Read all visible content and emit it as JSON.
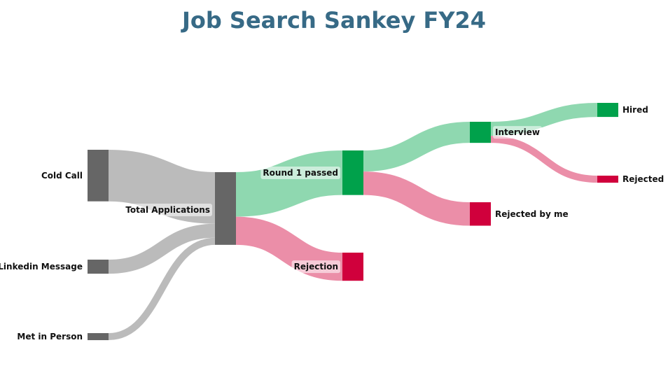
{
  "chart_data": {
    "type": "sankey",
    "title": "Job Search Sankey FY24",
    "nodes": [
      {
        "id": "cold",
        "label": "Cold Call",
        "color": "#666666"
      },
      {
        "id": "linkedin",
        "label": "Linkedin Message",
        "color": "#666666"
      },
      {
        "id": "person",
        "label": "Met in Person",
        "color": "#666666"
      },
      {
        "id": "total",
        "label": "Total Applications",
        "color": "#666666"
      },
      {
        "id": "round1",
        "label": "Round 1 passed",
        "color": "#00a14b"
      },
      {
        "id": "rejection",
        "label": "Rejection",
        "color": "#d0003c"
      },
      {
        "id": "interview",
        "label": "Interview",
        "color": "#00a14b"
      },
      {
        "id": "rejme",
        "label": "Rejected by me",
        "color": "#d0003c"
      },
      {
        "id": "hired",
        "label": "Hired",
        "color": "#00a14b"
      },
      {
        "id": "rejected",
        "label": "Rejected",
        "color": "#d0003c"
      }
    ],
    "links": [
      {
        "source": "cold",
        "target": "total",
        "value": 22,
        "color": "#bbbbbb"
      },
      {
        "source": "linkedin",
        "target": "total",
        "value": 6,
        "color": "#bbbbbb"
      },
      {
        "source": "person",
        "target": "total",
        "value": 3,
        "color": "#bbbbbb"
      },
      {
        "source": "total",
        "target": "round1",
        "value": 19,
        "color": "#8fd8b0"
      },
      {
        "source": "total",
        "target": "rejection",
        "value": 12,
        "color": "#eb8ea8"
      },
      {
        "source": "round1",
        "target": "interview",
        "value": 9,
        "color": "#8fd8b0"
      },
      {
        "source": "round1",
        "target": "rejme",
        "value": 10,
        "color": "#eb8ea8"
      },
      {
        "source": "interview",
        "target": "hired",
        "value": 6,
        "color": "#8fd8b0"
      },
      {
        "source": "interview",
        "target": "rejected",
        "value": 3,
        "color": "#eb8ea8"
      }
    ]
  }
}
